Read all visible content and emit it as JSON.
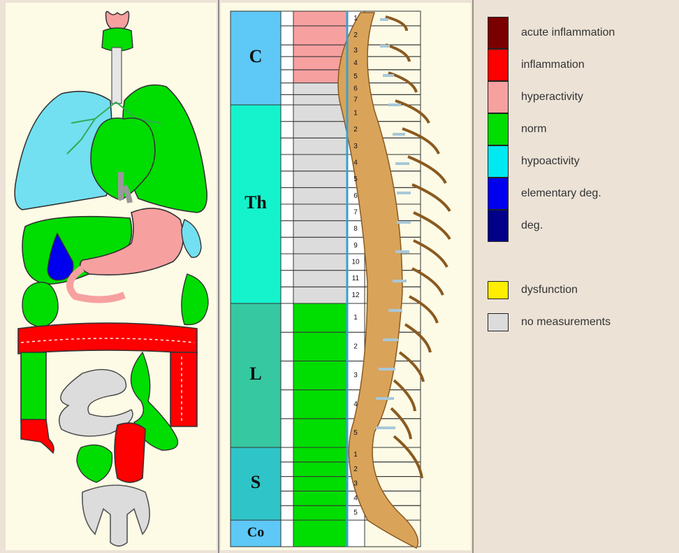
{
  "legend": {
    "items": [
      {
        "label": "acute inflammation",
        "color": "#7a0000"
      },
      {
        "label": "inflammation",
        "color": "#ff0000"
      },
      {
        "label": "hyperactivity",
        "color": "#f7a0a0"
      },
      {
        "label": "norm",
        "color": "#00dd00"
      },
      {
        "label": "hypoactivity",
        "color": "#00e8f0"
      },
      {
        "label": "elementary deg.",
        "color": "#0000ee"
      },
      {
        "label": "deg.",
        "color": "#000088"
      }
    ],
    "extra_items": [
      {
        "label": "dysfunction",
        "color": "#ffee00"
      },
      {
        "label": "no measurements",
        "color": "#dcdcdc"
      }
    ]
  },
  "organs": {
    "thyroid": "hyperactivity",
    "larynx": "norm",
    "trachea": "no measurements",
    "right_lung": "hypoactivity",
    "left_lung": "norm",
    "heart": "norm",
    "liver": "norm",
    "gallbladder": "elementary deg.",
    "stomach": "hyperactivity",
    "spleen": "hypoactivity",
    "duodenum": "hyperactivity",
    "kidney_right": "norm",
    "kidney_left": "norm",
    "transverse_colon": "inflammation",
    "ascending_colon": "norm",
    "descending_colon": "inflammation",
    "small_intestine": "no measurements",
    "sigmoid_colon": "norm",
    "cecum": "inflammation",
    "rectum": "inflammation",
    "bladder": "norm",
    "genitals": "no measurements"
  },
  "spine": {
    "regions": [
      {
        "label": "C",
        "color": "#5ec8f6",
        "segments": [
          {
            "num": "1",
            "state": "hyperactivity"
          },
          {
            "num": "2",
            "state": "hyperactivity"
          },
          {
            "num": "3",
            "state": "hyperactivity"
          },
          {
            "num": "4",
            "state": "hyperactivity"
          },
          {
            "num": "5",
            "state": "hyperactivity"
          },
          {
            "num": "6",
            "state": "no measurements"
          },
          {
            "num": "7",
            "state": "no measurements"
          }
        ]
      },
      {
        "label": "Th",
        "color": "#14f3cc",
        "segments": [
          {
            "num": "1",
            "state": "no measurements"
          },
          {
            "num": "2",
            "state": "no measurements"
          },
          {
            "num": "3",
            "state": "no measurements"
          },
          {
            "num": "4",
            "state": "no measurements"
          },
          {
            "num": "5",
            "state": "no measurements"
          },
          {
            "num": "6",
            "state": "no measurements"
          },
          {
            "num": "7",
            "state": "no measurements"
          },
          {
            "num": "8",
            "state": "no measurements"
          },
          {
            "num": "9",
            "state": "no measurements"
          },
          {
            "num": "10",
            "state": "no measurements"
          },
          {
            "num": "11",
            "state": "no measurements"
          },
          {
            "num": "12",
            "state": "no measurements"
          }
        ]
      },
      {
        "label": "L",
        "color": "#36c8a0",
        "segments": [
          {
            "num": "1",
            "state": "norm"
          },
          {
            "num": "2",
            "state": "norm"
          },
          {
            "num": "3",
            "state": "norm"
          },
          {
            "num": "4",
            "state": "norm"
          },
          {
            "num": "5",
            "state": "norm"
          }
        ]
      },
      {
        "label": "S",
        "color": "#2fc4c8",
        "segments": [
          {
            "num": "1",
            "state": "norm"
          },
          {
            "num": "2",
            "state": "norm"
          },
          {
            "num": "3",
            "state": "norm"
          },
          {
            "num": "4",
            "state": "norm"
          },
          {
            "num": "5",
            "state": "norm"
          }
        ]
      },
      {
        "label": "Co",
        "color": "#5ec8f6",
        "segments": [
          {
            "num": "",
            "state": "norm"
          }
        ]
      }
    ]
  }
}
